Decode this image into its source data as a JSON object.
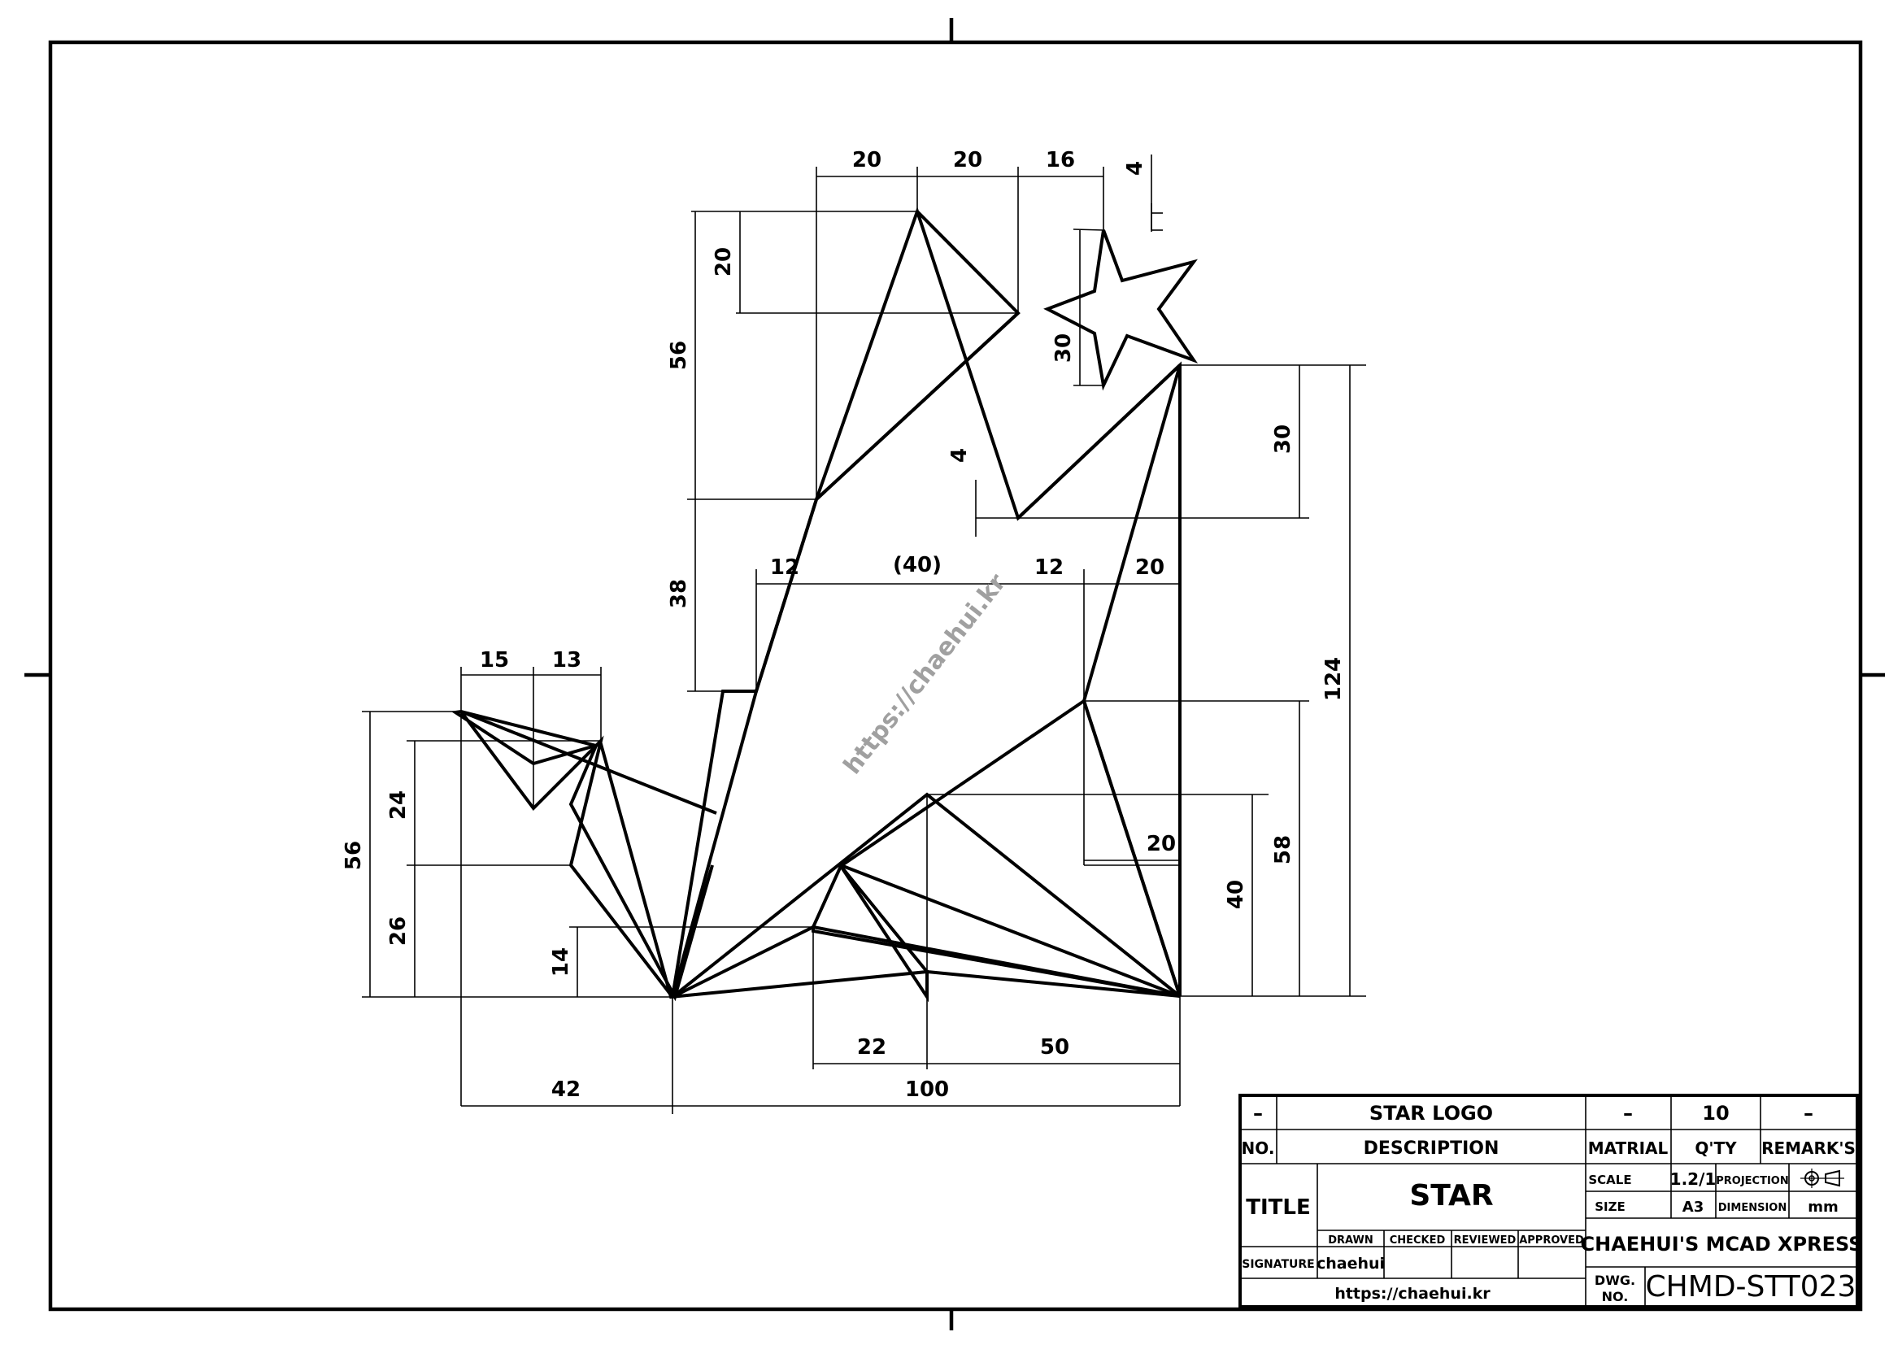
{
  "drawing": {
    "watermark": "https://chaehui.kr",
    "dimensions": {
      "top_20a": "20",
      "top_20b": "20",
      "top_16": "16",
      "top_4": "4",
      "left_20": "20",
      "left_56": "56",
      "left_38": "38",
      "star_30": "30",
      "mid_4": "4",
      "right_30": "30",
      "right_124": "124",
      "right_58": "58",
      "right_40": "40",
      "mid_12a": "12",
      "mid_40ref": "(40)",
      "mid_12b": "12",
      "mid_20": "20",
      "tail_15": "15",
      "tail_13": "13",
      "tail_56": "56",
      "tail_24": "24",
      "tail_26": "26",
      "tail_14": "14",
      "low_20": "20",
      "bot_22": "22",
      "bot_50": "50",
      "bot_42": "42",
      "bot_100": "100"
    }
  },
  "title_block": {
    "row1": {
      "no": "–",
      "description": "STAR LOGO",
      "material": "–",
      "qty": "10",
      "remarks": "–"
    },
    "headers": {
      "no": "NO.",
      "description": "DESCRIPTION",
      "material": "MATRIAL",
      "qty": "Q'TY",
      "remarks": "REMARK'S"
    },
    "title_label": "TITLE",
    "title_value": "STAR",
    "scale_label": "SCALE",
    "scale_value": "1.2/1",
    "projection_label": "PROJECTION",
    "size_label": "SIZE",
    "size_value": "A3",
    "dimension_label": "DIMENSION",
    "dimension_value": "mm",
    "signature_headers": {
      "drawn": "DRAWN",
      "checked": "CHECKED",
      "reviewed": "REVIEWED",
      "approved": "APPROVED"
    },
    "signature_label": "SIGNATURE",
    "signature_drawn": "chaehui",
    "company": "CHAEHUI'S MCAD XPRESS",
    "website": "https://chaehui.kr",
    "dwg_no_label_1": "DWG.",
    "dwg_no_label_2": "NO.",
    "dwg_no_value": "CHMD-STT023"
  }
}
